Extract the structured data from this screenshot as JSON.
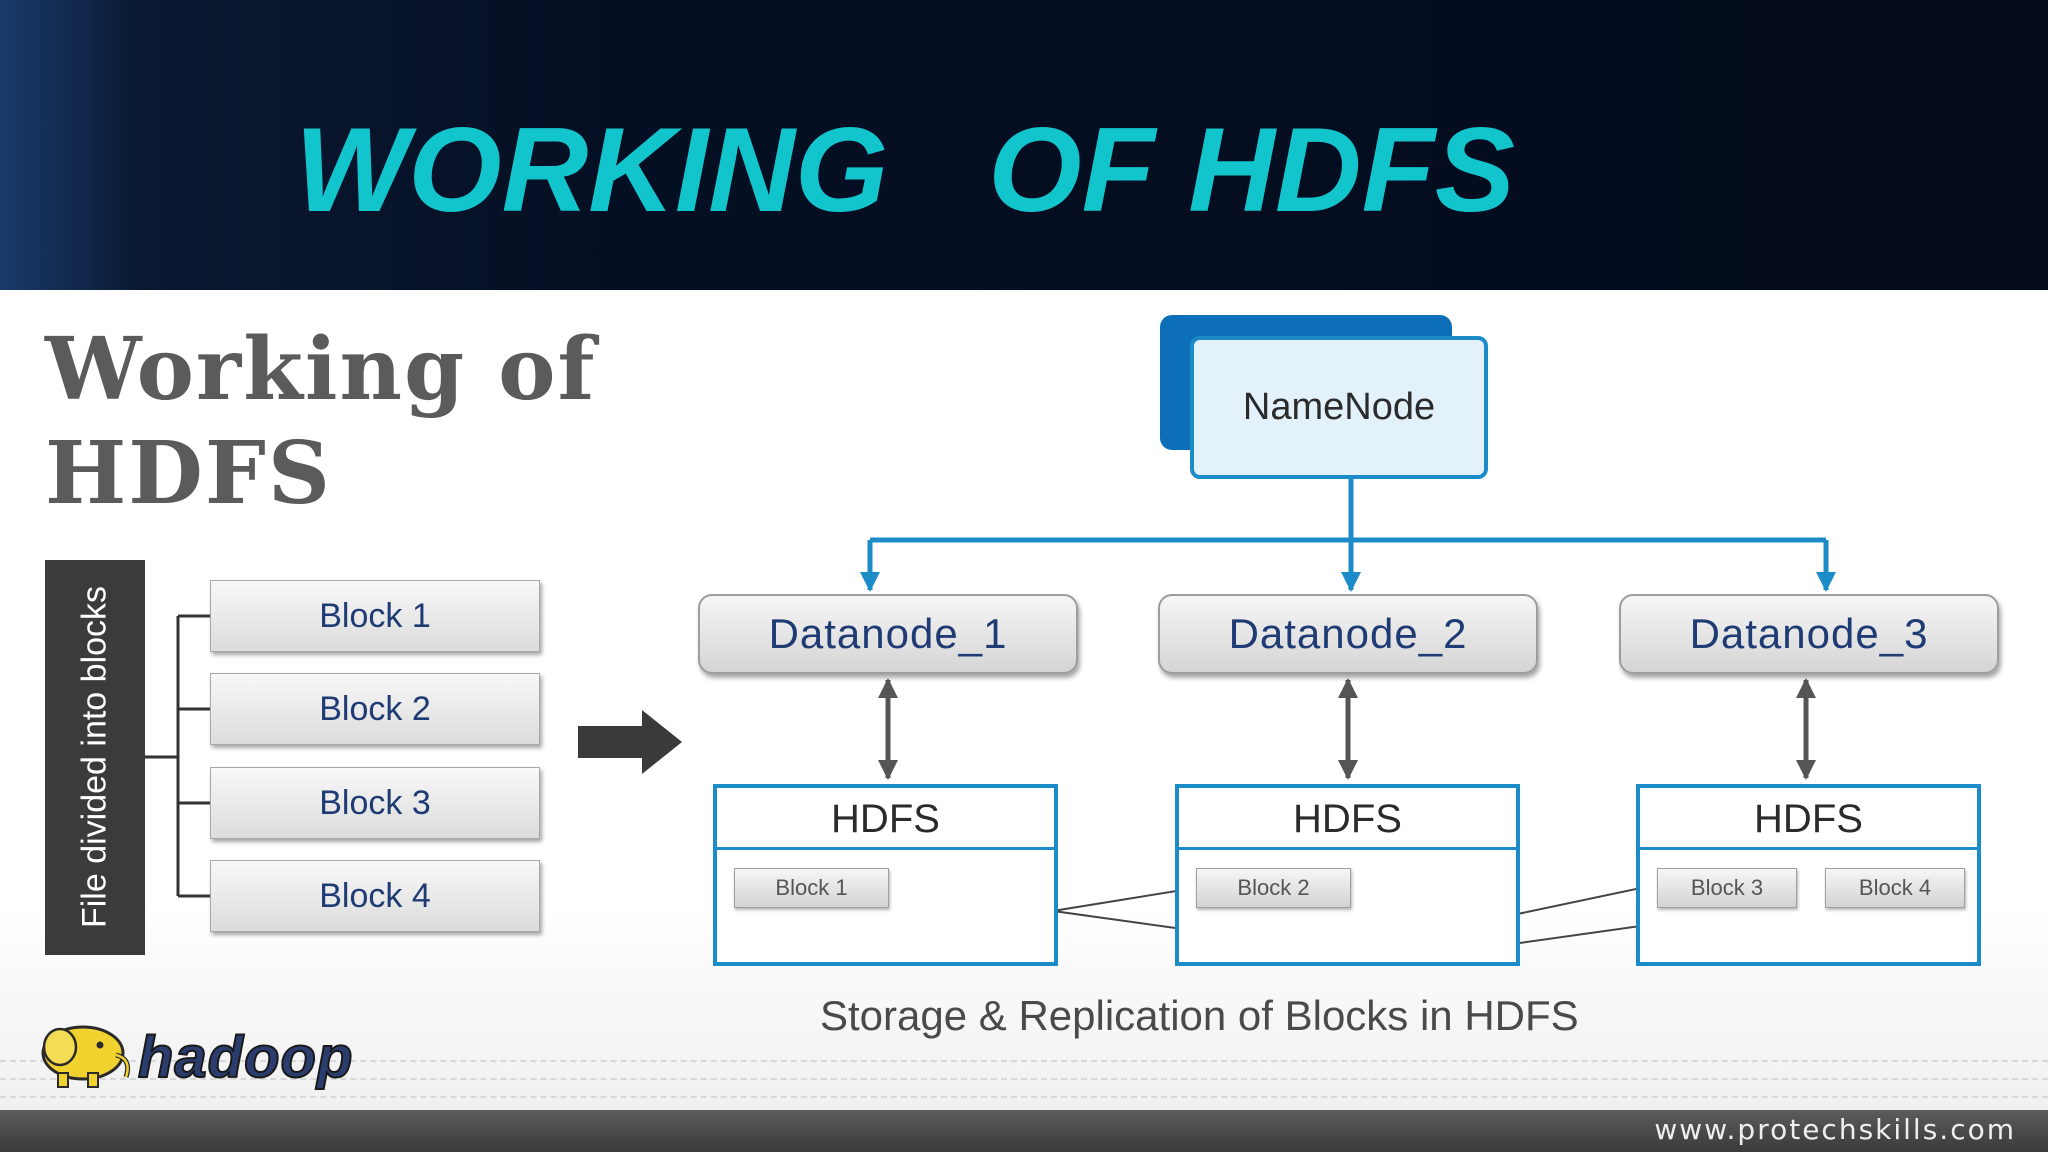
{
  "header": {
    "title": "WORKING   OF HDFS"
  },
  "subtitle": {
    "line1": "Working of",
    "line2": "HDFS"
  },
  "file_label": "File divided into blocks",
  "blocks": [
    "Block 1",
    "Block 2",
    "Block 3",
    "Block 4"
  ],
  "namenode": {
    "label": "NameNode"
  },
  "datanodes": [
    "Datanode_1",
    "Datanode_2",
    "Datanode_3"
  ],
  "hdfs_nodes": [
    {
      "title": "HDFS",
      "blocks": [
        "Block 1"
      ]
    },
    {
      "title": "HDFS",
      "blocks": [
        "Block 2"
      ]
    },
    {
      "title": "HDFS",
      "blocks": [
        "Block 3",
        "Block 4"
      ]
    }
  ],
  "caption": "Storage & Replication of Blocks in HDFS",
  "logo": {
    "text": "hadoop",
    "color": "#f2d22e"
  },
  "footer": {
    "url": "www.protechskills.com"
  },
  "colors": {
    "title": "#12c5cc",
    "header_bg": "#050f23",
    "accent_blue": "#1c8cc9",
    "label_navy": "#1f3b73"
  }
}
